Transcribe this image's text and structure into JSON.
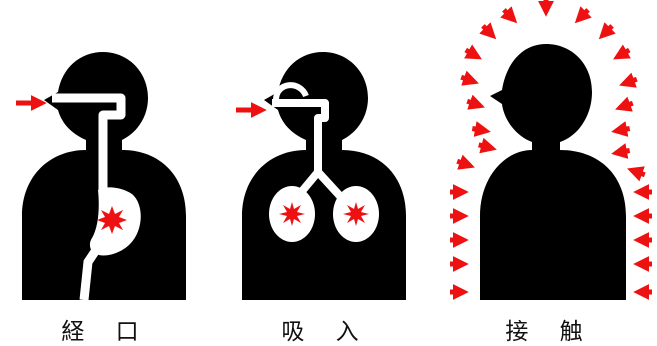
{
  "panels": [
    {
      "id": "oral",
      "caption": "経 口"
    },
    {
      "id": "inhalation",
      "caption": "吸 入"
    },
    {
      "id": "contact",
      "caption": "接 触"
    }
  ],
  "colors": {
    "body": "#000000",
    "arrow": "#ee1111",
    "burst": "#ee1111",
    "organ": "#ffffff",
    "background": "#ffffff"
  },
  "icons": [
    "arrow-right-icon",
    "starburst-icon"
  ]
}
